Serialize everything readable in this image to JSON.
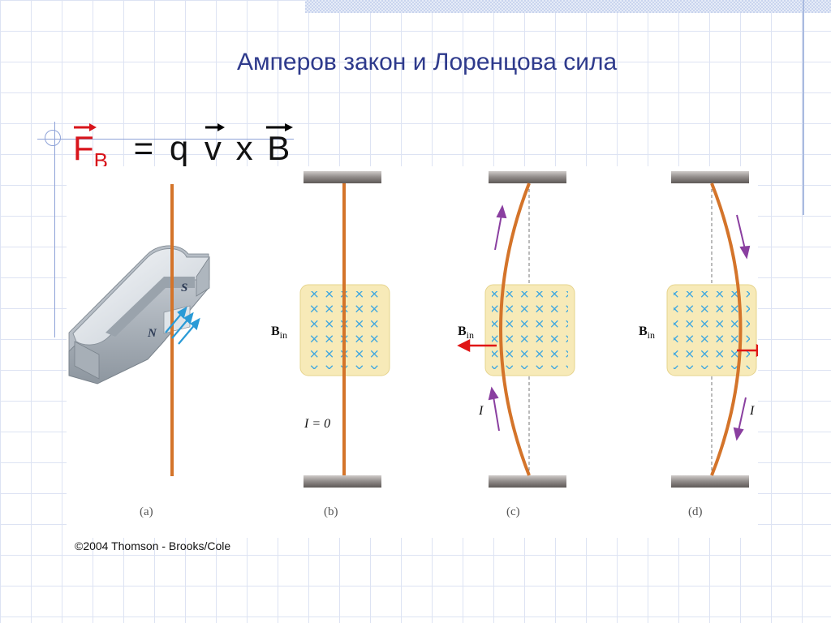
{
  "slide": {
    "title": "Амперов закон и Лоренцова сила"
  },
  "formula": {
    "force": "F",
    "force_subscript": "B",
    "equals": "=",
    "charge": "q",
    "velocity": "v",
    "cross": "x",
    "field": "B"
  },
  "figure": {
    "panels": [
      {
        "id": "a",
        "caption": "(a)"
      },
      {
        "id": "b",
        "caption": "(b)",
        "field_label": "B",
        "field_subscript": "in",
        "current_label": "I = 0"
      },
      {
        "id": "c",
        "caption": "(c)",
        "field_label": "B",
        "field_subscript": "in",
        "current_label": "I"
      },
      {
        "id": "d",
        "caption": "(d)",
        "field_label": "B",
        "field_subscript": "in",
        "current_label": "I"
      }
    ],
    "magnet_poles": {
      "north": "N",
      "south": "S"
    },
    "colors": {
      "wire": "#d4742a",
      "field_region": "#f7eab8",
      "field_marks": "#3fa7df",
      "force_arrow": "#e01515",
      "current_arrow": "#8a3fa0",
      "support": "#8f8a88"
    }
  },
  "copyright": "©2004 Thomson - Brooks/Cole"
}
